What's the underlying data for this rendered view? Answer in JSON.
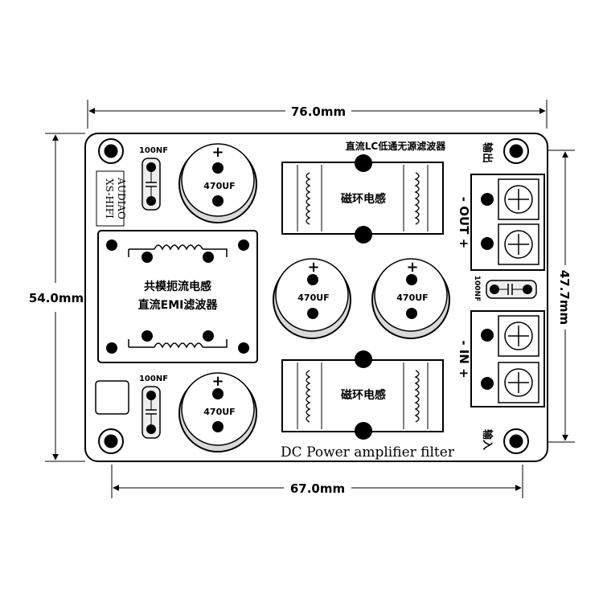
{
  "dimensions": {
    "top_width": "76.0mm",
    "bottom_width": "67.0mm",
    "left_height": "54.0mm",
    "right_height": "47.7mm"
  },
  "board": {
    "brand_line1": "XS-HIFI",
    "brand_line2": "AUDIAO",
    "footer_text": "DC Power amplifier filter",
    "lc_filter_title": "直流LC低通无源滤波器",
    "emi_label_line1": "共模扼流电感",
    "emi_label_line2": "直流EMI滤波器",
    "toroid_top_label": "磁环电感",
    "toroid_bottom_label": "磁环电感",
    "cap_top_value": "470UF",
    "cap_bottom_value": "470UF",
    "cap_mid_left_value": "470UF",
    "cap_mid_right_value": "470UF",
    "cap_plus": "+",
    "small_cap_top": "100NF",
    "small_cap_bottom": "100NF",
    "small_cap_right": "100NF",
    "output_label": "输出",
    "input_label": "输入",
    "out_text": "- OUT +",
    "in_text": "- IN +"
  },
  "colors": {
    "ink": "#000000",
    "paper": "#ffffff",
    "cap_shadow": "#d9d9d9",
    "small_cap_fill": "#eeeeee"
  }
}
